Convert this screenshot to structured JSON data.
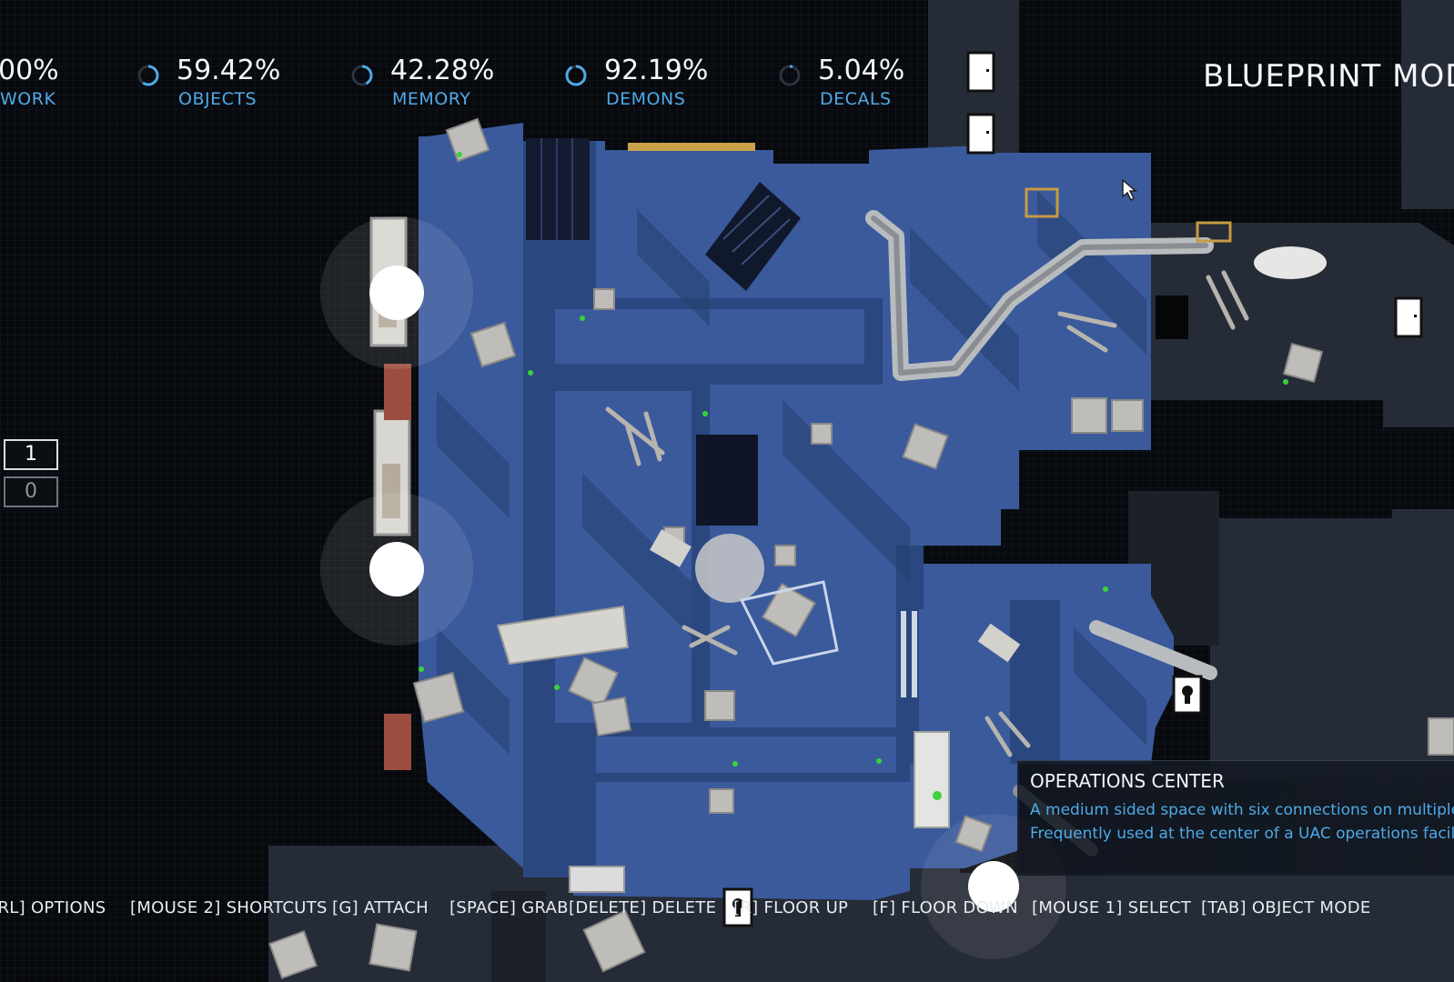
{
  "hud": {
    "stats": [
      {
        "value": "00%",
        "label": "WORK",
        "fill": 1.0
      },
      {
        "value": "59.42%",
        "label": "OBJECTS",
        "fill": 0.5942
      },
      {
        "value": "42.28%",
        "label": "MEMORY",
        "fill": 0.4228
      },
      {
        "value": "92.19%",
        "label": "DEMONS",
        "fill": 0.9219
      },
      {
        "value": "5.04%",
        "label": "DECALS",
        "fill": 0.0504
      }
    ],
    "mode_title": "BLUEPRINT MODE",
    "ring_color": "#4fa9e6"
  },
  "floors": {
    "current": "1",
    "other": "0"
  },
  "tooltip": {
    "title": "OPERATIONS CENTER",
    "line1": "A medium sided space with six connections on multiple floors.",
    "line2": "Frequently used at the center of a UAC operations facility."
  },
  "shortcuts": [
    {
      "label": "[CTRL] OPTIONS"
    },
    {
      "label": "[MOUSE 2] SHORTCUTS"
    },
    {
      "label": "[G] ATTACH"
    },
    {
      "label": "[SPACE] GRAB"
    },
    {
      "label": "[DELETE] DELETE"
    },
    {
      "label": "[R] FLOOR UP"
    },
    {
      "label": "[F] FLOOR DOWN"
    },
    {
      "label": "[MOUSE 1] SELECT"
    },
    {
      "label": "[TAB] OBJECT MODE"
    }
  ],
  "icons": {
    "door": "door-icon",
    "keyhole": "keyhole-door-icon",
    "cursor": "mouse-cursor-icon"
  },
  "colors": {
    "room_floor": "#3a5a9c",
    "room_shadow": "#23396b",
    "background": "#07090d",
    "accent_text": "#4fa9e6"
  }
}
